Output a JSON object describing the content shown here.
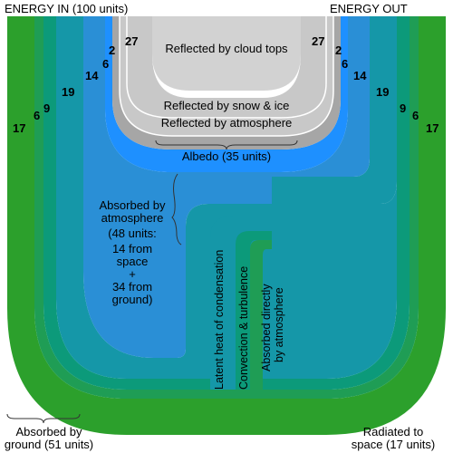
{
  "headers": {
    "energy_in": "ENERGY IN (100 units)",
    "energy_out": "ENERGY OUT"
  },
  "reflected": {
    "cloud_tops": "Reflected by cloud tops",
    "snow_ice": "Reflected by snow & ice",
    "atmosphere": "Reflected by atmosphere",
    "albedo": "Albedo (35 units)"
  },
  "absorbed_atmosphere": {
    "line1": "Absorbed by",
    "line2": "atmosphere",
    "line3": "(48 units:",
    "line4": "14 from",
    "line5": "space",
    "line6": "+",
    "line7": "34 from",
    "line8": "ground)"
  },
  "flows": {
    "latent_heat": "Latent heat of condensation",
    "convection": "Convection & turbulence",
    "absorbed_directly_1": "Absorbed directly",
    "absorbed_directly_2": "by atmosphere"
  },
  "ground": {
    "line1": "Absorbed by",
    "line2": "ground (51 units)"
  },
  "space": {
    "line1": "Radiated to",
    "line2": "space (17 units)"
  },
  "band_values": {
    "left_17": "17",
    "left_6": "6",
    "left_9": "9",
    "left_19": "19",
    "left_14": "14",
    "left_6b": "6",
    "left_2": "2",
    "left_27": "27",
    "right_27": "27",
    "right_2": "2",
    "right_6b": "6",
    "right_14": "14",
    "right_19": "19",
    "right_9": "9",
    "right_6": "6",
    "right_17": "17"
  },
  "colors": {
    "ground_green": "#2ca02c",
    "dark_green": "#1f9d55",
    "teal": "#0c9a7a",
    "teal_blue": "#1597a8",
    "mid_blue": "#2a8fd6",
    "bright_blue": "#1e90ff",
    "gray_light": "#c8c8c8",
    "gray_dark": "#a6a6a6"
  }
}
